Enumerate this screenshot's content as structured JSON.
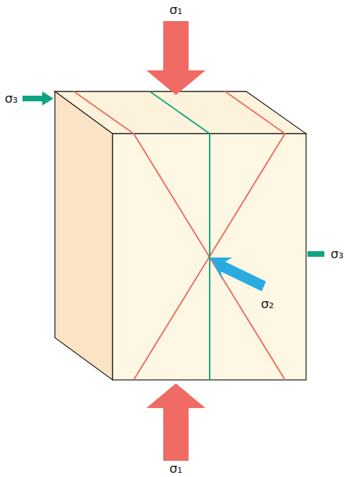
{
  "diagram": {
    "labels": [
      "σ₁",
      "σ₃",
      "σ₃",
      "σ₂",
      "σ₁"
    ]
  }
}
